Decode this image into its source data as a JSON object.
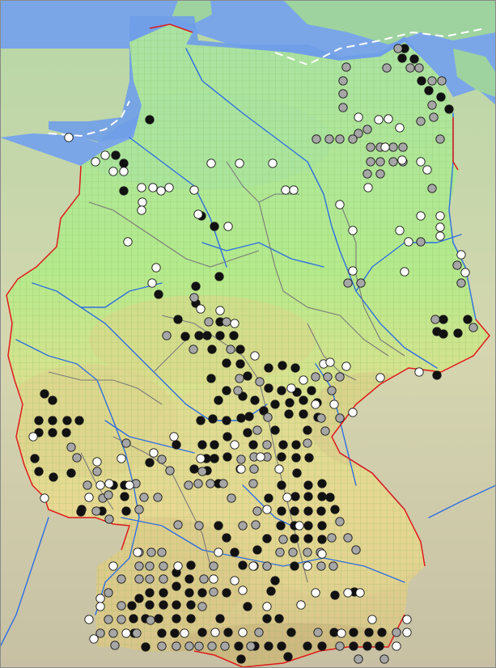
{
  "map": {
    "type": "distribution-grid-map",
    "region_name": "",
    "colors": {
      "sea": "#7aa6e8",
      "land_lowland": "#9ee39a",
      "land_upland": "#e6da92",
      "land_mountain": "#d8c07f",
      "grid_line": "#8fbf6a",
      "river": "#2f6fe0",
      "state_border": "#7a7a7a",
      "national_border": "#e01a1a",
      "coastline_shelf": "#ffffff",
      "dot_recent": "#111111",
      "dot_older": "#a6a6a6",
      "dot_historic": "#ffffff",
      "dot_outline": "#1a1a1a"
    },
    "legend": []
  },
  "dots": {
    "black": [
      [
        500,
        60
      ],
      [
        512,
        73
      ],
      [
        497,
        72
      ],
      [
        521,
        100
      ],
      [
        530,
        112
      ],
      [
        545,
        120
      ],
      [
        555,
        135
      ],
      [
        185,
        148
      ],
      [
        143,
        192
      ],
      [
        153,
        202
      ],
      [
        153,
        236
      ],
      [
        249,
        267
      ],
      [
        265,
        280
      ],
      [
        271,
        342
      ],
      [
        242,
        354
      ],
      [
        196,
        364
      ],
      [
        242,
        375
      ],
      [
        272,
        398
      ],
      [
        256,
        415
      ],
      [
        272,
        415
      ],
      [
        289,
        415
      ],
      [
        229,
        416
      ],
      [
        297,
        432
      ],
      [
        262,
        432
      ],
      [
        297,
        450
      ],
      [
        280,
        449
      ],
      [
        306,
        465
      ],
      [
        261,
        468
      ],
      [
        332,
        455
      ],
      [
        349,
        452
      ],
      [
        365,
        455
      ],
      [
        280,
        483
      ],
      [
        270,
        495
      ],
      [
        300,
        490
      ],
      [
        315,
        495
      ],
      [
        332,
        480
      ],
      [
        348,
        483
      ],
      [
        367,
        485
      ],
      [
        385,
        483
      ],
      [
        340,
        500
      ],
      [
        358,
        498
      ],
      [
        375,
        495
      ],
      [
        392,
        498
      ],
      [
        308,
        515
      ],
      [
        326,
        508
      ],
      [
        357,
        512
      ],
      [
        375,
        512
      ],
      [
        393,
        516
      ],
      [
        263,
        518
      ],
      [
        280,
        520
      ],
      [
        298,
        517
      ],
      [
        248,
        520
      ],
      [
        306,
        535
      ],
      [
        340,
        532
      ],
      [
        380,
        532
      ],
      [
        265,
        550
      ],
      [
        250,
        550
      ],
      [
        281,
        540
      ],
      [
        313,
        550
      ],
      [
        350,
        550
      ],
      [
        366,
        550
      ],
      [
        255,
        567
      ],
      [
        265,
        567
      ],
      [
        281,
        565
      ],
      [
        240,
        580
      ],
      [
        256,
        582
      ],
      [
        297,
        580
      ],
      [
        348,
        565
      ],
      [
        366,
        566
      ],
      [
        382,
        566
      ],
      [
        367,
        585
      ],
      [
        381,
        600
      ],
      [
        398,
        598
      ],
      [
        348,
        600
      ],
      [
        365,
        614
      ],
      [
        381,
        614
      ],
      [
        398,
        614
      ],
      [
        408,
        615
      ],
      [
        332,
        616
      ],
      [
        348,
        632
      ],
      [
        364,
        632
      ],
      [
        381,
        632
      ],
      [
        397,
        632
      ],
      [
        414,
        630
      ],
      [
        347,
        650
      ],
      [
        364,
        650
      ],
      [
        381,
        650
      ],
      [
        398,
        650
      ],
      [
        364,
        666
      ],
      [
        381,
        666
      ],
      [
        330,
        666
      ],
      [
        280,
        665
      ],
      [
        270,
        650
      ],
      [
        290,
        683
      ],
      [
        318,
        680
      ],
      [
        300,
        699
      ],
      [
        236,
        699
      ],
      [
        218,
        708
      ],
      [
        234,
        716
      ],
      [
        218,
        725
      ],
      [
        234,
        733
      ],
      [
        250,
        733
      ],
      [
        202,
        733
      ],
      [
        185,
        733
      ],
      [
        172,
        740
      ],
      [
        185,
        748
      ],
      [
        202,
        748
      ],
      [
        218,
        748
      ],
      [
        236,
        748
      ],
      [
        163,
        749
      ],
      [
        165,
        765
      ],
      [
        180,
        765
      ],
      [
        196,
        765
      ],
      [
        218,
        765
      ],
      [
        236,
        765
      ],
      [
        166,
        783
      ],
      [
        180,
        800
      ],
      [
        200,
        783
      ],
      [
        216,
        783
      ],
      [
        250,
        782
      ],
      [
        282,
        782
      ],
      [
        295,
        799
      ],
      [
        298,
        815
      ],
      [
        315,
        799
      ],
      [
        332,
        799
      ],
      [
        348,
        799
      ],
      [
        356,
        812
      ],
      [
        380,
        799
      ],
      [
        398,
        799
      ],
      [
        413,
        782
      ],
      [
        437,
        782
      ],
      [
        456,
        782
      ],
      [
        472,
        782
      ],
      [
        437,
        799
      ],
      [
        454,
        799
      ],
      [
        469,
        799
      ],
      [
        360,
        782
      ],
      [
        272,
        765
      ],
      [
        280,
        733
      ],
      [
        335,
        731
      ],
      [
        340,
        718
      ],
      [
        306,
        750
      ],
      [
        154,
        600
      ],
      [
        140,
        600
      ],
      [
        154,
        614
      ],
      [
        156,
        632
      ],
      [
        101,
        630
      ],
      [
        48,
        520
      ],
      [
        65,
        520
      ],
      [
        83,
        520
      ],
      [
        98,
        520
      ],
      [
        55,
        487
      ],
      [
        65,
        495
      ],
      [
        48,
        535
      ],
      [
        65,
        535
      ],
      [
        82,
        535
      ],
      [
        43,
        567
      ],
      [
        48,
        583
      ],
      [
        66,
        590
      ],
      [
        88,
        585
      ],
      [
        100,
        633
      ],
      [
        126,
        632
      ],
      [
        548,
        395
      ],
      [
        548,
        413
      ],
      [
        540,
        410
      ],
      [
        566,
        412
      ],
      [
        578,
        395
      ],
      [
        540,
        464
      ],
      [
        218,
        550
      ],
      [
        185,
        572
      ],
      [
        220,
        395
      ],
      [
        246,
        415
      ],
      [
        364,
        700
      ],
      [
        398,
        667
      ],
      [
        438,
        732
      ],
      [
        414,
        736
      ],
      [
        330,
        765
      ],
      [
        345,
        765
      ],
      [
        265,
        567
      ],
      [
        270,
        598
      ]
    ],
    "grey": [
      [
        492,
        60
      ],
      [
        507,
        84
      ],
      [
        478,
        84
      ],
      [
        428,
        83
      ],
      [
        424,
        100
      ],
      [
        424,
        116
      ],
      [
        424,
        133
      ],
      [
        518,
        84
      ],
      [
        534,
        100
      ],
      [
        546,
        100
      ],
      [
        534,
        130
      ],
      [
        443,
        165
      ],
      [
        454,
        160
      ],
      [
        458,
        182
      ],
      [
        470,
        182
      ],
      [
        486,
        182
      ],
      [
        498,
        182
      ],
      [
        470,
        200
      ],
      [
        486,
        200
      ],
      [
        498,
        200
      ],
      [
        458,
        200
      ],
      [
        470,
        215
      ],
      [
        454,
        215
      ],
      [
        436,
        172
      ],
      [
        391,
        172
      ],
      [
        407,
        172
      ],
      [
        420,
        172
      ],
      [
        544,
        172
      ],
      [
        536,
        145
      ],
      [
        520,
        150
      ],
      [
        534,
        233
      ],
      [
        520,
        299
      ],
      [
        446,
        350
      ],
      [
        430,
        350
      ],
      [
        240,
        368
      ],
      [
        258,
        398
      ],
      [
        285,
        432
      ],
      [
        280,
        398
      ],
      [
        206,
        415
      ],
      [
        239,
        432
      ],
      [
        296,
        468
      ],
      [
        321,
        472
      ],
      [
        294,
        483
      ],
      [
        318,
        532
      ],
      [
        331,
        516
      ],
      [
        390,
        466
      ],
      [
        405,
        466
      ],
      [
        420,
        466
      ],
      [
        410,
        483
      ],
      [
        397,
        517
      ],
      [
        420,
        517
      ],
      [
        402,
        533
      ],
      [
        380,
        548
      ],
      [
        330,
        550
      ],
      [
        314,
        565
      ],
      [
        330,
        565
      ],
      [
        314,
        580
      ],
      [
        298,
        568
      ],
      [
        260,
        598
      ],
      [
        276,
        598
      ],
      [
        245,
        598
      ],
      [
        233,
        600
      ],
      [
        210,
        582
      ],
      [
        200,
        568
      ],
      [
        168,
        598
      ],
      [
        178,
        615
      ],
      [
        195,
        615
      ],
      [
        127,
        616
      ],
      [
        119,
        632
      ],
      [
        135,
        642
      ],
      [
        108,
        600
      ],
      [
        88,
        553
      ],
      [
        172,
        630
      ],
      [
        156,
        548
      ],
      [
        95,
        566
      ],
      [
        120,
        583
      ],
      [
        380,
        683
      ],
      [
        396,
        683
      ],
      [
        397,
        700
      ],
      [
        412,
        700
      ],
      [
        362,
        683
      ],
      [
        330,
        700
      ],
      [
        314,
        700
      ],
      [
        264,
        700
      ],
      [
        252,
        716
      ],
      [
        264,
        732
      ],
      [
        250,
        750
      ],
      [
        202,
        700
      ],
      [
        202,
        716
      ],
      [
        185,
        716
      ],
      [
        185,
        700
      ],
      [
        172,
        700
      ],
      [
        172,
        716
      ],
      [
        172,
        683
      ],
      [
        200,
        683
      ],
      [
        187,
        683
      ],
      [
        150,
        716
      ],
      [
        134,
        733
      ],
      [
        150,
        749
      ],
      [
        150,
        766
      ],
      [
        134,
        766
      ],
      [
        200,
        799
      ],
      [
        218,
        799
      ],
      [
        234,
        799
      ],
      [
        246,
        799
      ],
      [
        262,
        799
      ],
      [
        278,
        799
      ],
      [
        310,
        799
      ],
      [
        320,
        782
      ],
      [
        393,
        782
      ],
      [
        420,
        799
      ],
      [
        443,
        815
      ],
      [
        475,
        815
      ],
      [
        490,
        782
      ],
      [
        300,
        650
      ],
      [
        316,
        649
      ],
      [
        350,
        667
      ],
      [
        346,
        683
      ],
      [
        286,
        616
      ],
      [
        318,
        632
      ],
      [
        220,
        649
      ],
      [
        246,
        650
      ],
      [
        186,
        767
      ],
      [
        169,
        783
      ],
      [
        124,
        783
      ],
      [
        140,
        783
      ],
      [
        142,
        798
      ],
      [
        134,
        612
      ],
      [
        570,
        350
      ],
      [
        565,
        328
      ],
      [
        585,
        405
      ],
      [
        538,
        395
      ],
      [
        420,
        645
      ],
      [
        440,
        680
      ],
      [
        410,
        665
      ],
      [
        430,
        665
      ],
      [
        250,
        583
      ],
      [
        313,
        598
      ]
    ],
    "white": [
      [
        130,
        192
      ],
      [
        118,
        200
      ],
      [
        85,
        170
      ],
      [
        153,
        212
      ],
      [
        140,
        212
      ],
      [
        175,
        232
      ],
      [
        189,
        232
      ],
      [
        199,
        236
      ],
      [
        209,
        232
      ],
      [
        176,
        250
      ],
      [
        175,
        260
      ],
      [
        240,
        235
      ],
      [
        261,
        202
      ],
      [
        296,
        202
      ],
      [
        337,
        202
      ],
      [
        353,
        235
      ],
      [
        363,
        235
      ],
      [
        443,
        145
      ],
      [
        468,
        148
      ],
      [
        480,
        147
      ],
      [
        494,
        158
      ],
      [
        476,
        182
      ],
      [
        497,
        198
      ],
      [
        520,
        200
      ],
      [
        528,
        210
      ],
      [
        455,
        232
      ],
      [
        420,
        253
      ],
      [
        436,
        285
      ],
      [
        494,
        285
      ],
      [
        505,
        299
      ],
      [
        520,
        267
      ],
      [
        544,
        267
      ],
      [
        544,
        281
      ],
      [
        544,
        292
      ],
      [
        570,
        315
      ],
      [
        575,
        337
      ],
      [
        500,
        336
      ],
      [
        436,
        335
      ],
      [
        282,
        280
      ],
      [
        245,
        265
      ],
      [
        158,
        299
      ],
      [
        193,
        331
      ],
      [
        188,
        350
      ],
      [
        248,
        382
      ],
      [
        272,
        384
      ],
      [
        290,
        400
      ],
      [
        315,
        440
      ],
      [
        360,
        480
      ],
      [
        375,
        470
      ],
      [
        390,
        500
      ],
      [
        400,
        450
      ],
      [
        408,
        448
      ],
      [
        428,
        453
      ],
      [
        470,
        467
      ],
      [
        518,
        460
      ],
      [
        436,
        510
      ],
      [
        413,
        500
      ],
      [
        290,
        550
      ],
      [
        298,
        580
      ],
      [
        322,
        565
      ],
      [
        345,
        580
      ],
      [
        248,
        567
      ],
      [
        215,
        540
      ],
      [
        190,
        560
      ],
      [
        150,
        567
      ],
      [
        120,
        571
      ],
      [
        110,
        615
      ],
      [
        124,
        600
      ],
      [
        135,
        598
      ],
      [
        160,
        600
      ],
      [
        55,
        616
      ],
      [
        41,
        540
      ],
      [
        398,
        685
      ],
      [
        380,
        700
      ],
      [
        330,
        750
      ],
      [
        300,
        730
      ],
      [
        290,
        718
      ],
      [
        264,
        716
      ],
      [
        270,
        683
      ],
      [
        220,
        700
      ],
      [
        140,
        700
      ],
      [
        170,
        683
      ],
      [
        124,
        740
      ],
      [
        124,
        750
      ],
      [
        110,
        766
      ],
      [
        116,
        790
      ],
      [
        156,
        783
      ],
      [
        228,
        783
      ],
      [
        372,
        748
      ],
      [
        390,
        733
      ],
      [
        430,
        733
      ],
      [
        460,
        766
      ],
      [
        490,
        799
      ],
      [
        503,
        782
      ],
      [
        503,
        766
      ],
      [
        300,
        782
      ],
      [
        266,
        782
      ],
      [
        422,
        783
      ],
      [
        445,
        733
      ],
      [
        355,
        615
      ],
      [
        370,
        650
      ],
      [
        313,
        700
      ],
      [
        330,
        630
      ]
    ]
  }
}
